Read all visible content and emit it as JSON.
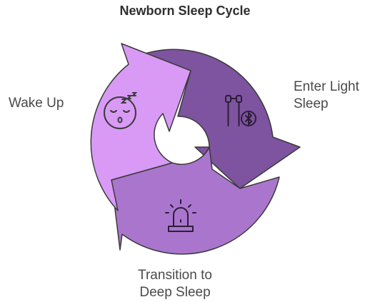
{
  "title": "Newborn Sleep Cycle",
  "colors": {
    "wake_up": "#d99af6",
    "light_sleep": "#7e539f",
    "deep_sleep": "#aa76cd",
    "outline": "#3a3a3a"
  },
  "steps": [
    {
      "id": "wake-up",
      "label_lines": [
        "Wake Up"
      ],
      "icon": "sleeping-face-icon"
    },
    {
      "id": "enter-light-sleep",
      "label_lines": [
        "Enter Light",
        "Sleep"
      ],
      "icon": "earbuds-bluetooth-icon"
    },
    {
      "id": "transition-to-deep-sleep",
      "label_lines": [
        "Transition to",
        "Deep Sleep"
      ],
      "icon": "siren-icon"
    }
  ]
}
